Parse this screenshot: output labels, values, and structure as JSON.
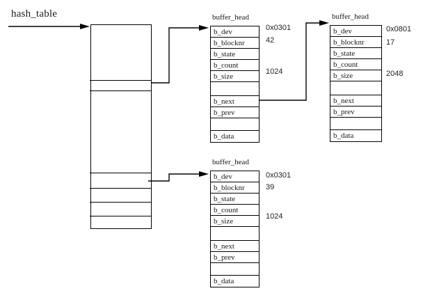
{
  "colors": {
    "background": "#ffffff",
    "line": "#000000",
    "text": "#1a1a1a"
  },
  "hash_table": {
    "label": "hash_table"
  },
  "buffer_heads": [
    {
      "title": "buffer_head",
      "rows": [
        {
          "label": "b_dev",
          "value": "0x0301"
        },
        {
          "label": "b_blocknr",
          "value": "42"
        },
        {
          "label": "b_state",
          "value": ""
        },
        {
          "label": "b_count",
          "value": ""
        },
        {
          "label": "b_size",
          "value": "1024"
        },
        {
          "label": "",
          "value": ""
        },
        {
          "label": "b_next",
          "value": ""
        },
        {
          "label": "b_prev",
          "value": ""
        },
        {
          "label": "",
          "value": ""
        },
        {
          "label": "b_data",
          "value": ""
        }
      ]
    },
    {
      "title": "buffer_head",
      "rows": [
        {
          "label": "b_dev",
          "value": "0x0801"
        },
        {
          "label": "b_blocknr",
          "value": "17"
        },
        {
          "label": "b_state",
          "value": ""
        },
        {
          "label": "b_count",
          "value": ""
        },
        {
          "label": "b_size",
          "value": "2048"
        },
        {
          "label": "",
          "value": ""
        },
        {
          "label": "b_next",
          "value": ""
        },
        {
          "label": "b_prev",
          "value": ""
        },
        {
          "label": "",
          "value": ""
        },
        {
          "label": "b_data",
          "value": ""
        }
      ]
    },
    {
      "title": "buffer_head",
      "rows": [
        {
          "label": "b_dev",
          "value": "0x0301"
        },
        {
          "label": "b_blocknr",
          "value": "39"
        },
        {
          "label": "b_state",
          "value": ""
        },
        {
          "label": "b_count",
          "value": ""
        },
        {
          "label": "b_size",
          "value": "1024"
        },
        {
          "label": "",
          "value": ""
        },
        {
          "label": "b_next",
          "value": ""
        },
        {
          "label": "b_prev",
          "value": ""
        },
        {
          "label": "",
          "value": ""
        },
        {
          "label": "b_data",
          "value": ""
        }
      ]
    }
  ]
}
